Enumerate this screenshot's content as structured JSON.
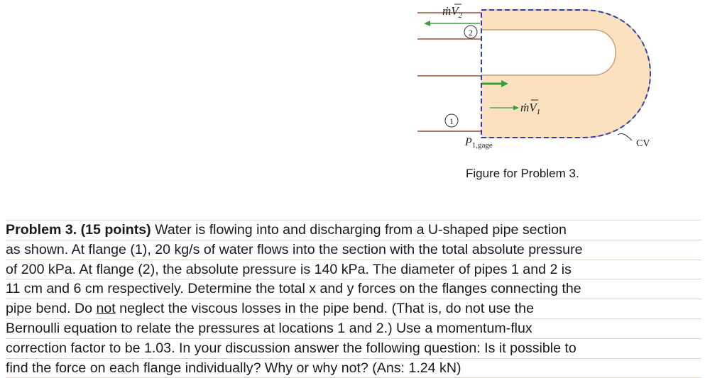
{
  "figure": {
    "label_mv2": "ṁV",
    "label_mv2_sub": "2",
    "label_mv1": "ṁV",
    "label_mv1_sub": "1",
    "label_flange2": "2",
    "label_flange1": "1",
    "label_p1_main": "P",
    "label_p1_sub": "1,gage",
    "label_cv": "CV",
    "colors": {
      "fluid": "#fbe1bf",
      "pipe_wall": "#a0522d",
      "control_volume": "#2f3fb0",
      "arrow_green": "#3aa03a"
    },
    "caption": "Figure for Problem 3."
  },
  "problem": {
    "line1_bold": "Problem 3.  (15 points)",
    "line1_rest": " Water is flowing into and discharging from a U-shaped pipe section",
    "line2": "as shown.  At flange (1), 20 kg/s of water flows into the section with the total absolute pressure",
    "line3": "of 200 kPa.  At flange (2), the absolute pressure is 140 kPa.   The diameter of pipes 1 and 2 is",
    "line4": "11 cm and 6 cm respectively.  Determine the total x and y forces on the flanges connecting the",
    "line5": "pipe bend.  Do ",
    "line5_underlined": "not",
    "line5_rest": " neglect the viscous losses in the pipe bend.  (That is, do not use the",
    "line6": "Bernoulli equation to relate the pressures at locations 1 and 2.)  Use a momentum-flux",
    "line7": "correction factor to be 1.03.  In your discussion answer the following question: Is it possible to",
    "line8": "find the force on each flange individually?  Why or why not?   (Ans: 1.24 kN)"
  }
}
